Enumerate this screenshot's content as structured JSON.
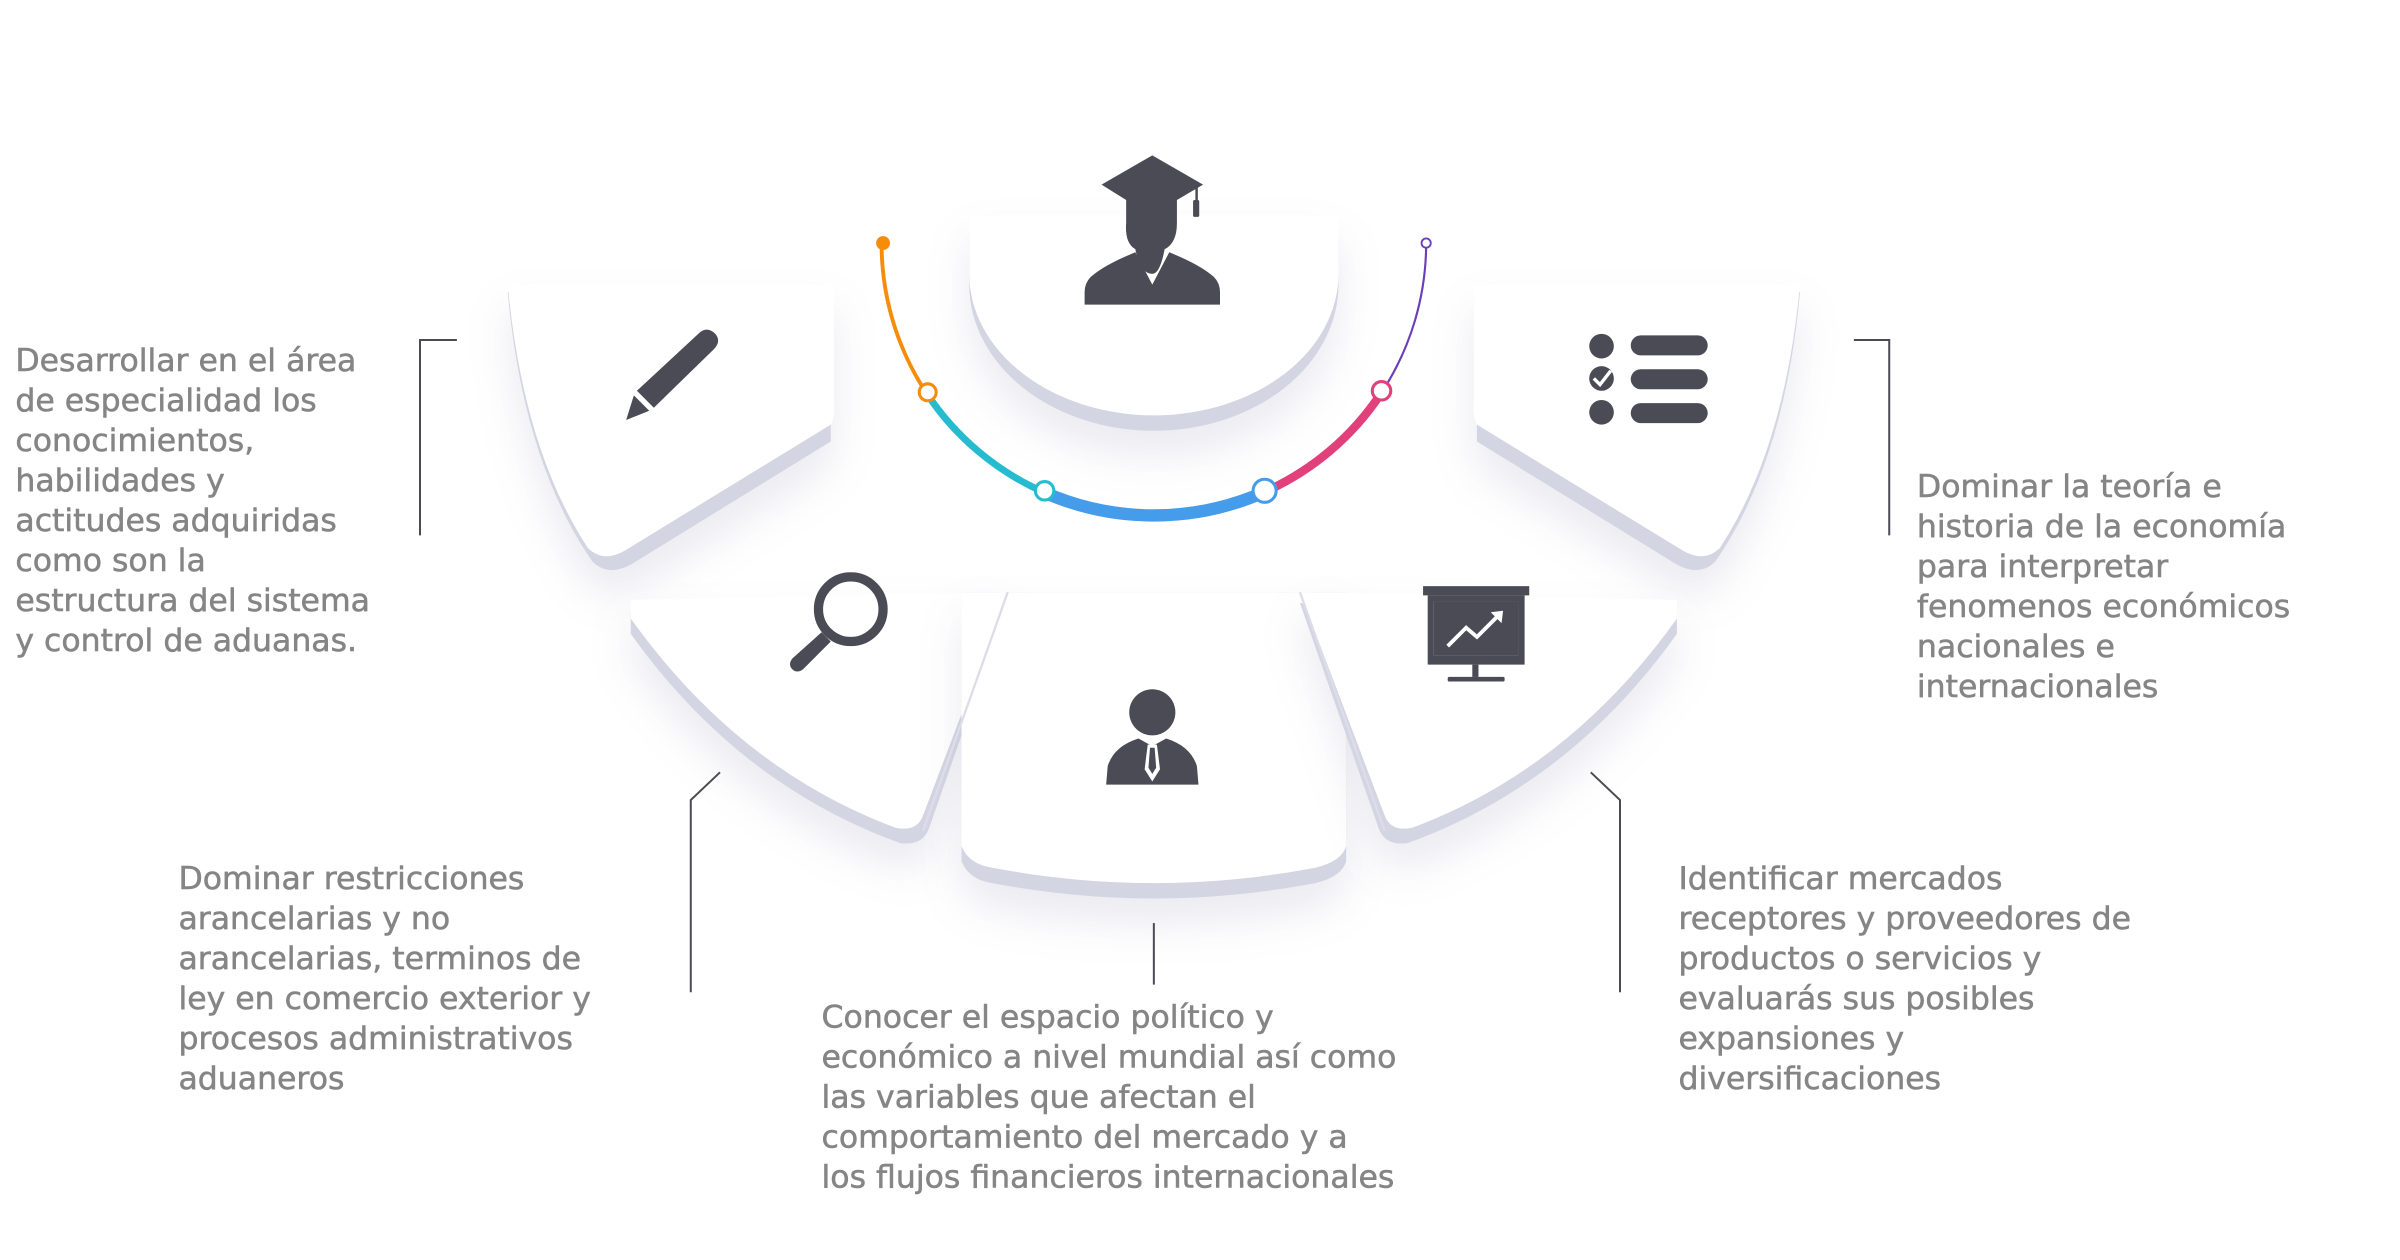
{
  "center_icon": "graduate-icon",
  "colors": {
    "text": "#858585",
    "icon": "#4a4b55",
    "arc_orange": "#f58c0a",
    "arc_teal": "#26bcd0",
    "arc_blue": "#449ceb",
    "arc_pink": "#e2407a",
    "arc_purple": "#6a3fb8"
  },
  "blocks": [
    {
      "id": "top-left",
      "icon": "pencil-icon",
      "lines": [
        "Desarrollar en el área",
        "de especialidad los",
        "conocimientos,",
        "habilidades y",
        "actitudes adquiridas",
        "como son la",
        "estructura del sistema",
        "y control de aduanas."
      ]
    },
    {
      "id": "top-right",
      "icon": "checklist-icon",
      "lines": [
        "Dominar la teoría e",
        "historia de la economía",
        "para interpretar",
        "fenomenos económicos",
        "nacionales e",
        "internacionales"
      ]
    },
    {
      "id": "bottom-left",
      "icon": "magnifier-icon",
      "lines": [
        "Dominar restricciones",
        "arancelarias y no",
        "arancelarias, terminos de",
        "ley en comercio exterior y",
        "procesos administrativos",
        "aduaneros"
      ]
    },
    {
      "id": "bottom-center",
      "icon": "businessman-icon",
      "lines": [
        "Conocer el espacio político y",
        "económico a nivel mundial así como",
        "las variables que afectan el",
        "comportamiento del mercado y a",
        "los flujos financieros internacionales"
      ]
    },
    {
      "id": "bottom-right",
      "icon": "chart-board-icon",
      "lines": [
        "Identificar mercados",
        "receptores y proveedores de",
        "productos o servicios y",
        "evaluarás sus posibles",
        "expansiones y",
        "diversificaciones"
      ]
    }
  ]
}
